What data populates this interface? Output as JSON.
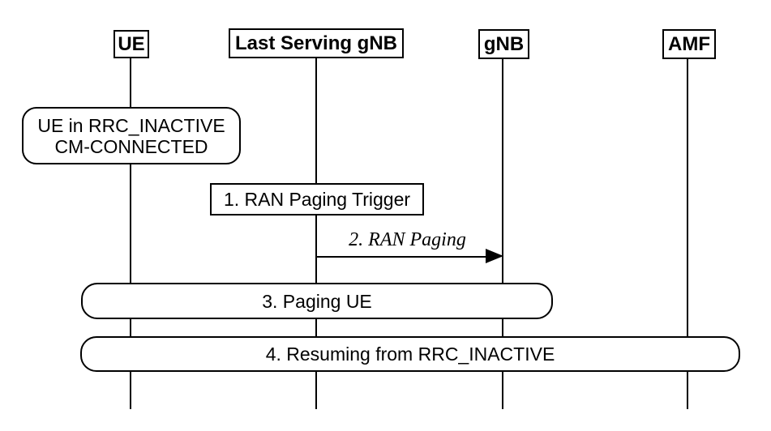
{
  "diagram": {
    "actors": [
      {
        "label": "UE"
      },
      {
        "label": "Last Serving gNB"
      },
      {
        "label": "gNB"
      },
      {
        "label": "AMF"
      }
    ],
    "state_note": {
      "line1": "UE in RRC_INACTIVE",
      "line2": "CM-CONNECTED"
    },
    "steps": {
      "step1": {
        "label": "1. RAN Paging Trigger"
      },
      "step2": {
        "label": "2. RAN Paging"
      },
      "step3": {
        "label": "3. Paging UE"
      },
      "step4": {
        "label": "4. Resuming from RRC_INACTIVE"
      }
    },
    "colors": {
      "line": "#000000",
      "fill": "#ffffff",
      "text": "#000000"
    }
  }
}
